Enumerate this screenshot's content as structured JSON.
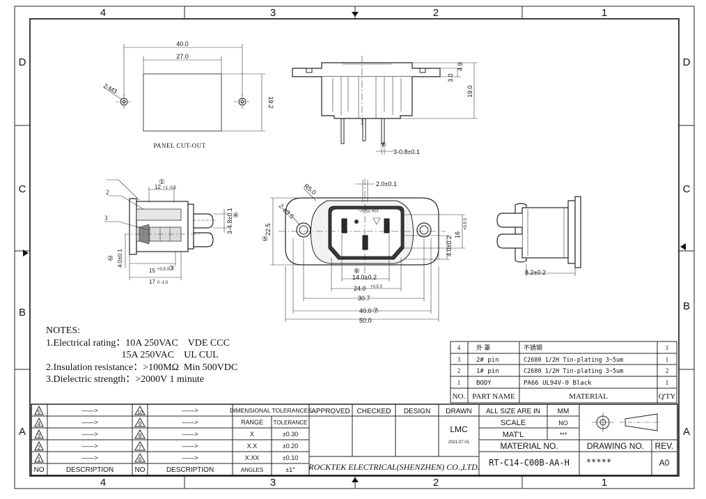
{
  "zones": {
    "cols_top": [
      "4",
      "3",
      "2",
      "1"
    ],
    "cols_bottom": [
      "4",
      "3",
      "2",
      "1"
    ],
    "rows_left": [
      "D",
      "C",
      "B",
      "A"
    ],
    "rows_right": [
      "D",
      "C",
      "B",
      "A"
    ]
  },
  "views": {
    "cutout": {
      "label": "PANEL CUT-OUT",
      "dim_40": "40.0",
      "dim_27": "27.0",
      "dim_192": "19.2",
      "hole": "2-M3"
    },
    "top": {
      "d_30": "3.0",
      "d_49": "4.9",
      "d_190": "19.0",
      "pin": "3-0.8±0.1",
      "callout": "⑧"
    },
    "side": {
      "c1": "①",
      "d12": "12",
      "d12_tol": "+1 -0.5",
      "c2": "2",
      "c3": "3",
      "d48": "3-4.8±0.1",
      "c4": "④",
      "c2b": "②",
      "d40": "4.0±0.1",
      "d15": "15",
      "d15_tol": "+0.5 0",
      "c3b": "③",
      "d17": "17",
      "d17_tol": "0 -1.0"
    },
    "front": {
      "r5": "R5.0",
      "d20": "2.0±0.1",
      "dhole": "2-ø3.5",
      "d225": "22.5",
      "c5": "⑤",
      "d40v": "4.0±0.2",
      "d16": "16",
      "d16_tol": "+0.5 0",
      "c6": "⑥",
      "d14": "14.0±0.2",
      "d24": "24.0",
      "d24_tol": "+0.5 0",
      "d307": "30.7",
      "d40h": "40.0",
      "c7": "⑦",
      "d50": "50.0",
      "mark_a": "10A 250V~",
      "mark_b": "~"
    },
    "right": {
      "d82": "8.2±0.2"
    }
  },
  "notes": {
    "title": "NOTES:",
    "lines": [
      "1.Electrical rating：10A 250VAC    VDE CCC",
      "                               15A 250VAC    UL CUL",
      "2.Insulation resistance：>100MΩ  Min 500VDC",
      "3.Dielectric strength：>2000V 1 minute"
    ]
  },
  "bom": {
    "rows": [
      {
        "no": "4",
        "name": "外  罩",
        "material": "不锈钢",
        "qty": "1"
      },
      {
        "no": "3",
        "name": "2# pin",
        "material": "C2680 1/2H    Tin-plating 3~5um",
        "qty": "1"
      },
      {
        "no": "2",
        "name": "1# pin",
        "material": "C2680 1/2H    Tin-plating 3~5um",
        "qty": "2"
      },
      {
        "no": "1",
        "name": "BODY",
        "material": "PA66 UL94V-0 Black",
        "qty": "1"
      }
    ],
    "header": {
      "no": "NO.",
      "name": "PART NAME",
      "material": "MATERIAL",
      "qty": "Q'TY"
    }
  },
  "title_block": {
    "rev_nums": [
      "5",
      "4",
      "3",
      "2",
      "1"
    ],
    "rev_nums_r": [
      "10",
      "9",
      "8",
      "7",
      "6"
    ],
    "arrow": "——>",
    "no": "NO",
    "description": "DESCRIPTION",
    "tol_title": "DIMENSIONAL TOLERANCES",
    "range": "RANGE",
    "tolerance": "TOLERANCE",
    "tol_rows": [
      [
        "X",
        "±0.30"
      ],
      [
        "X.X",
        "±0.20"
      ],
      [
        "X.XX",
        "±0.10"
      ],
      [
        "ANGLES",
        "±1°"
      ]
    ],
    "approved": "APPROVED",
    "checked": "CHECKED",
    "design": "DESIGN",
    "drawn": "DRAWN",
    "drawn_by": "LMC",
    "date": "2021.07.01",
    "company": "ROCKTEK ELECTRICAL(SHENZHEN) CO.,LTD.",
    "all_size": "ALL SIZE ARE IN",
    "mm": "MM",
    "scale": "SCALE",
    "scale_v": "NO",
    "matl": "MAT'L",
    "matl_v": "***",
    "material_no": "MATERIAL NO.",
    "material_no_v": "RT-C14-C00B-AA-H",
    "drawing_no": "DRAWING NO.",
    "drawing_no_v": "*****",
    "rev": "REV.",
    "rev_v": "A0"
  }
}
